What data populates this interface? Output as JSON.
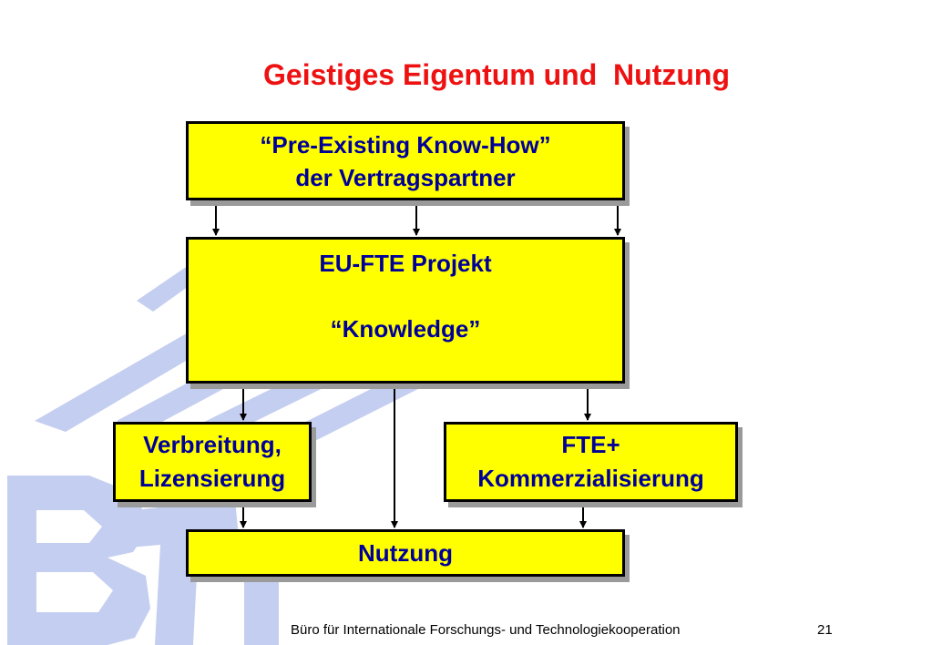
{
  "slide": {
    "title": "Geistiges Eigentum und  Nutzung"
  },
  "boxes": {
    "preexisting": {
      "line1": "“Pre-Existing Know-How”",
      "line2": "der Vertragspartner"
    },
    "project": {
      "line1": "EU-FTE Projekt",
      "line2": "“Knowledge”"
    },
    "verbreitung": {
      "line1": "Verbreitung,",
      "line2": "Lizensierung"
    },
    "fte": {
      "line1": "FTE+",
      "line2": "Kommerzialisierung"
    },
    "nutzung": {
      "label": "Nutzung"
    }
  },
  "footer": {
    "text": "Büro für Internationale Forschungs- und Technologiekooperation",
    "page_number": "21"
  },
  "colors": {
    "title": "#ee1111",
    "box_fill": "#ffff00",
    "box_text": "#000099",
    "box_border": "#000000",
    "watermark": "#c4cef0"
  },
  "watermark": {
    "icon": "bti-logo-watermark"
  }
}
